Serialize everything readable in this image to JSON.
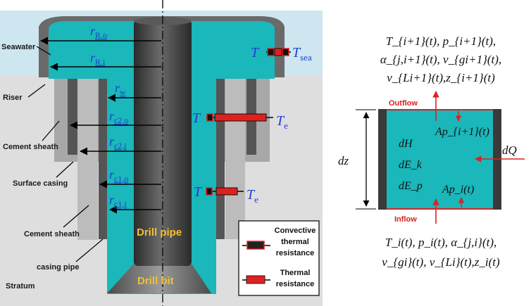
{
  "left": {
    "labels": {
      "seawater": "Seawater",
      "riser": "Riser",
      "cement_sheath_1": "Cement  sheath",
      "surface_casing": "Surface  casing",
      "cement_sheath_2": "Cement  sheath",
      "casing_pipe": "casing pipe",
      "stratum": "Stratum"
    },
    "radii": [
      {
        "sym": "r",
        "sub": "R.o"
      },
      {
        "sym": "r",
        "sub": "R.i"
      },
      {
        "sym": "r",
        "sub": "w"
      },
      {
        "sym": "r",
        "sub": "c2,o"
      },
      {
        "sym": "r",
        "sub": "c2,i"
      },
      {
        "sym": "r",
        "sub": "c1,o"
      },
      {
        "sym": "r",
        "sub": "c1,i"
      }
    ],
    "temps": {
      "t_sym": "T",
      "sea_sub": "sea",
      "e_sym": "T",
      "e_sub": "e"
    },
    "drill_pipe": "Drill pipe",
    "drill_bit": "Drill  bit",
    "legend": {
      "convective": [
        "Convective",
        "thermal",
        "resistance"
      ],
      "thermal": [
        "Thermal",
        "resistance"
      ]
    }
  },
  "right": {
    "outflow_vars": [
      "T_{i+1}(t), p_{i+1}(t),",
      "α_{j,i+1}(t), v_{gi+1}(t),",
      "v_{Li+1}(t),z_{i+1}(t)"
    ],
    "outflow": "Outflow",
    "inflow": "Inflow",
    "dz": "dz",
    "dQ": "dQ",
    "energy": [
      "dH",
      "dE_k",
      "dE_p"
    ],
    "ap_top": "Ap_{i+1}(t)",
    "ap_bottom": "Ap_i(t)",
    "inflow_vars": [
      "T_i(t), p_i(t), α_{j,i}(t),",
      "v_{gi}(t), v_{Li}(t),z_i(t)"
    ]
  },
  "colors": {
    "teal": "#1ab7bb",
    "seawater": "#cde6ef",
    "stratum": "#dedede",
    "cement": "#a8a8a8",
    "casing": "#555555",
    "pipe": "#3a3a3a",
    "red": "#e02020"
  }
}
